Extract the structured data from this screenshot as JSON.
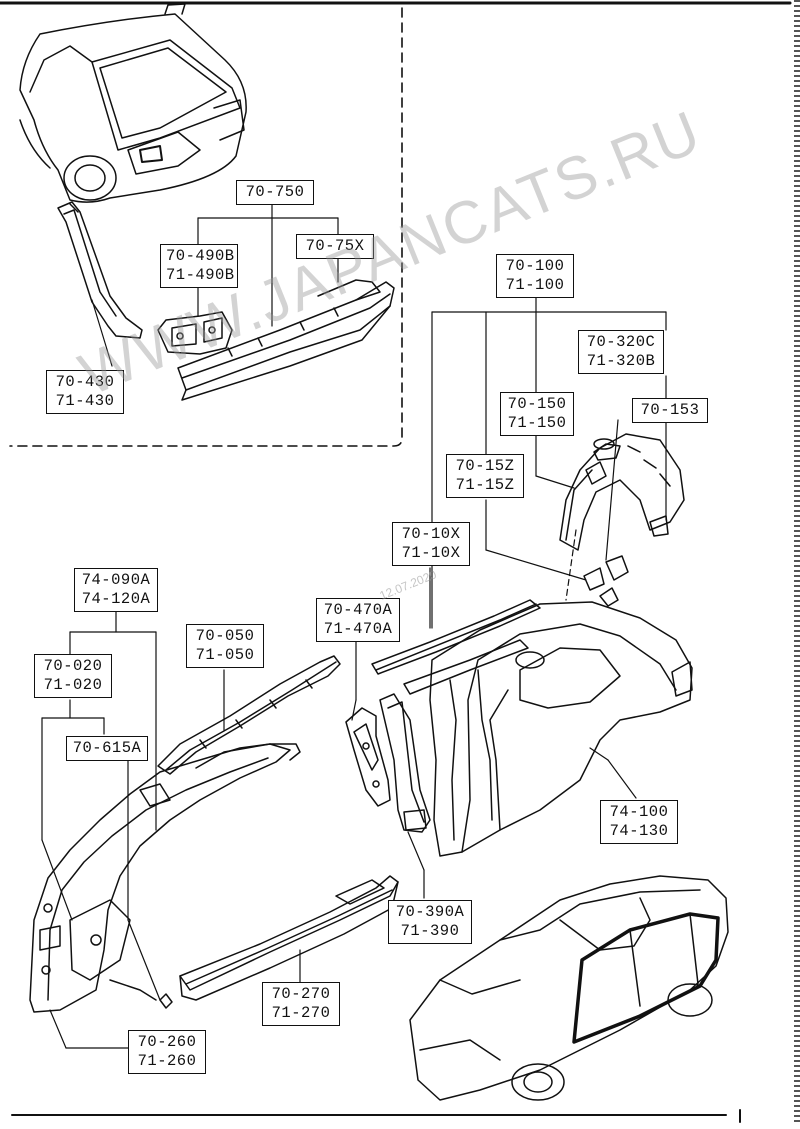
{
  "labels": {
    "p70_750": [
      "70-750"
    ],
    "p70_490b": [
      "70-490B",
      "71-490B"
    ],
    "p70_75x": [
      "70-75X"
    ],
    "p70_430": [
      "70-430",
      "71-430"
    ],
    "p70_100": [
      "70-100",
      "71-100"
    ],
    "p70_320c": [
      "70-320C",
      "71-320B"
    ],
    "p70_150": [
      "70-150",
      "71-150"
    ],
    "p70_153": [
      "70-153"
    ],
    "p70_15z": [
      "70-15Z",
      "71-15Z"
    ],
    "p70_10x": [
      "70-10X",
      "71-10X"
    ],
    "p74_090a": [
      "74-090A",
      "74-120A"
    ],
    "p70_050": [
      "70-050",
      "71-050"
    ],
    "p70_470a": [
      "70-470A",
      "71-470A"
    ],
    "p70_020": [
      "70-020",
      "71-020"
    ],
    "p70_615a": [
      "70-615A"
    ],
    "p74_100": [
      "74-100",
      "74-130"
    ],
    "p70_390a": [
      "70-390A",
      "71-390"
    ],
    "p70_270": [
      "70-270",
      "71-270"
    ],
    "p70_260": [
      "70-260",
      "71-260"
    ]
  },
  "watermark": {
    "text": "WWW.JAPANCATS.RU",
    "date": "12.07.2020"
  },
  "colors": {
    "ink": "#111111",
    "paper": "#ffffff",
    "watermark": "#969696"
  }
}
